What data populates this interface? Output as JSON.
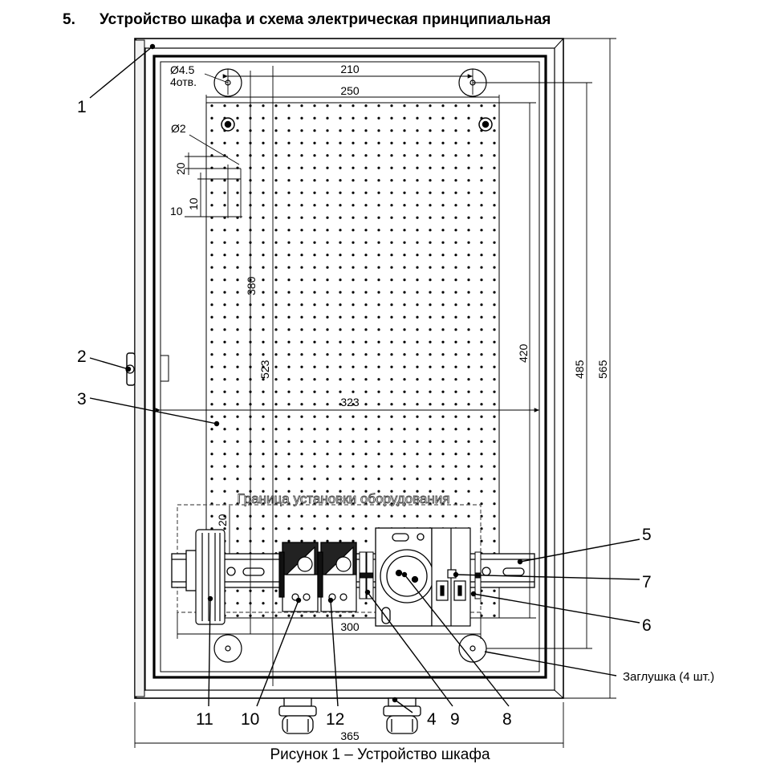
{
  "section": {
    "number": "5.",
    "title": "Устройство шкафа и схема электрическая принципиальная"
  },
  "figure": {
    "caption": "Рисунок 1 – Устройство шкафа"
  },
  "dimensions": {
    "hole_diameter": "Ø4.5",
    "hole_count": "4отв.",
    "perf_hole_diameter": "Ø2",
    "pitch_20": "20",
    "pitch_10_v": "10",
    "pitch_10_h": "10",
    "width_210": "210",
    "width_250": "250",
    "height_380": "380",
    "height_523": "523",
    "height_420": "420",
    "height_485": "485",
    "height_565": "565",
    "width_323": "323",
    "offset_20": "20",
    "rail_300": "300",
    "width_365": "365"
  },
  "zone_label": "Граница установки оборудования",
  "plug_label": "Заглушка (4 шт.)",
  "callouts": [
    "1",
    "2",
    "3",
    "4",
    "5",
    "6",
    "7",
    "8",
    "9",
    "10",
    "11",
    "12"
  ]
}
